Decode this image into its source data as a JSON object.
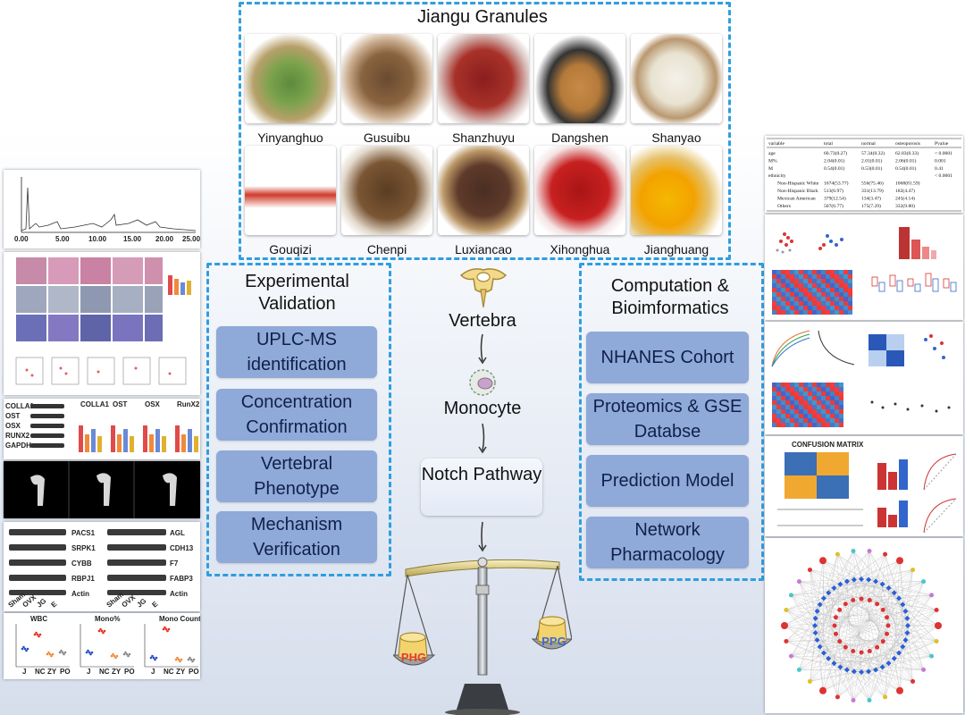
{
  "title": "Jiangu Granules",
  "herbs_row1": [
    "Yinyanghuo",
    "Gusuibu",
    "Shanzhuyu",
    "Dangshen",
    "Shanyao"
  ],
  "herbs_row2": [
    "Gouqizi",
    "Chenpi",
    "Luxiancao",
    "Xihonghua",
    "Jianghuang"
  ],
  "experimental": {
    "title": "Experimental Validation",
    "items": [
      "UPLC-MS identification",
      "Concentration Confirmation",
      "Vertebral Phenotype",
      "Mechanism Verification"
    ]
  },
  "computation": {
    "title": "Computation & Bioimformatics",
    "items": [
      "NHANES Cohort",
      "Proteomics & GSE Databse",
      "Prediction Model",
      "Network Pharmacology"
    ]
  },
  "flow": {
    "vertebra": "Vertebra",
    "monocyte": "Monocyte",
    "notch": "Notch Pathway",
    "left_weight": "PHG",
    "right_weight": "PPG"
  },
  "left_panels": {
    "wb1_labels": [
      "COLLA1",
      "OST",
      "OSX",
      "RUNX2",
      "GAPDH"
    ],
    "wb1_charts": [
      "COLLA1",
      "OST",
      "OSX",
      "RunX2"
    ],
    "wb2_left": [
      "PACS1",
      "SRPK1",
      "CYBB",
      "RBPJ1",
      "Actin"
    ],
    "wb2_right": [
      "AGL",
      "CDH13",
      "F7",
      "FABP3",
      "Actin"
    ],
    "wb2_x": [
      "Sham",
      "OVX",
      "JG",
      "E"
    ],
    "blood_titles": [
      "WBC",
      "Mono%",
      "Mono Count"
    ],
    "blood_x": [
      "J",
      "NC",
      "ZY",
      "PO"
    ]
  },
  "right_panels": {
    "table_header": [
      "variable",
      "total",
      "normal",
      "osteoporosis",
      "Pvalue"
    ],
    "table_rows": [
      [
        "age",
        "60.73(0.27)",
        "57.34(0.32)",
        "62.83(0.33)",
        "< 0.0001"
      ],
      [
        "M%",
        "2.04(0.01)",
        "2.01(0.01)",
        "2.06(0.01)",
        "0.001"
      ],
      [
        "M",
        "0.54(0.01)",
        "0.53(0.01)",
        "0.54(0.01)",
        "0.41"
      ],
      [
        "ethnicity",
        "",
        "",
        "",
        "< 0.0001"
      ],
      [
        "Non-Hispanic White",
        "1674(53.77)",
        "556(75.46)",
        "1068(81.59)",
        ""
      ],
      [
        "Non-Hispanic Black",
        "513(6.97)",
        "331(13.79)",
        "182(4.47)",
        ""
      ],
      [
        "Mexican American",
        "379(12.54)",
        "134(3.47)",
        "245(4.14)",
        ""
      ],
      [
        "Others",
        "507(6.77)",
        "175(7.29)",
        "332(9.80)",
        ""
      ]
    ],
    "confusion_title": "CONFUSION MATRIX"
  },
  "colors": {
    "dash": "#2f9ee0",
    "pill": "#8fa9d8",
    "pill_text": "#10204a"
  }
}
